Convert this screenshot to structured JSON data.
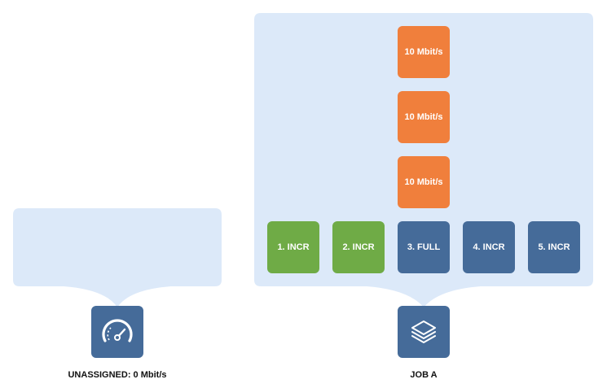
{
  "colors": {
    "panel": "#dce9f9",
    "orange": "#f07f3c",
    "green": "#6fab46",
    "blue": "#456b99",
    "icon_bg": "#456b99"
  },
  "unassigned": {
    "icon": "speedometer-icon",
    "caption": "UNASSIGNED: 0 Mbit/s"
  },
  "job": {
    "icon": "layers-stack-icon",
    "caption": "JOB A",
    "throttles": [
      "10 Mbit/s",
      "10 Mbit/s",
      "10 Mbit/s"
    ],
    "backups": [
      {
        "label": "1. INCR",
        "status": "green"
      },
      {
        "label": "2. INCR",
        "status": "green"
      },
      {
        "label": "3. FULL",
        "status": "blue"
      },
      {
        "label": "4. INCR",
        "status": "blue"
      },
      {
        "label": "5. INCR",
        "status": "blue"
      }
    ]
  }
}
